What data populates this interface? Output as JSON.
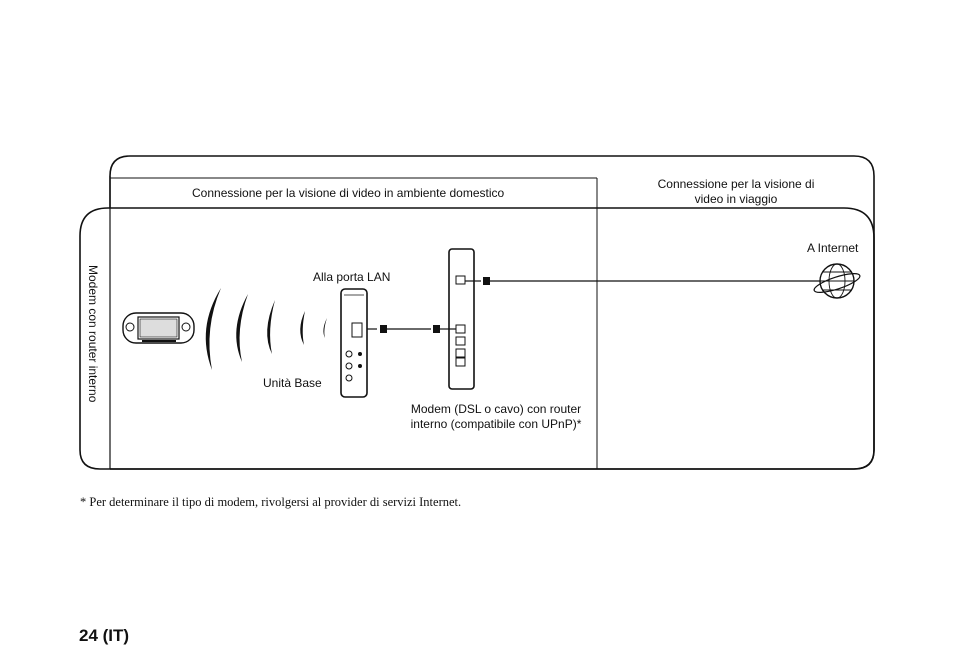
{
  "header": {
    "home_title": "Connessione per la visione di video in ambiente domestico",
    "travel_title_line1": "Connessione per la visione di",
    "travel_title_line2": "video in viaggio"
  },
  "side_label": "Modem con router interno",
  "labels": {
    "lan_port": "Alla porta LAN",
    "base_unit": "Unità Base",
    "internet": "A Internet",
    "modem_line1": "Modem (DSL o cavo) con router",
    "modem_line2": "interno (compatibile con UPnP)*"
  },
  "footnote": "* Per determinare il tipo di modem, rivolgersi al provider di servizi Internet.",
  "page_number": "24 (IT)",
  "icons": [
    "psp-device-icon",
    "wireless-waves-icon",
    "base-unit-icon",
    "modem-router-icon",
    "globe-icon",
    "lan-plug-icon"
  ]
}
